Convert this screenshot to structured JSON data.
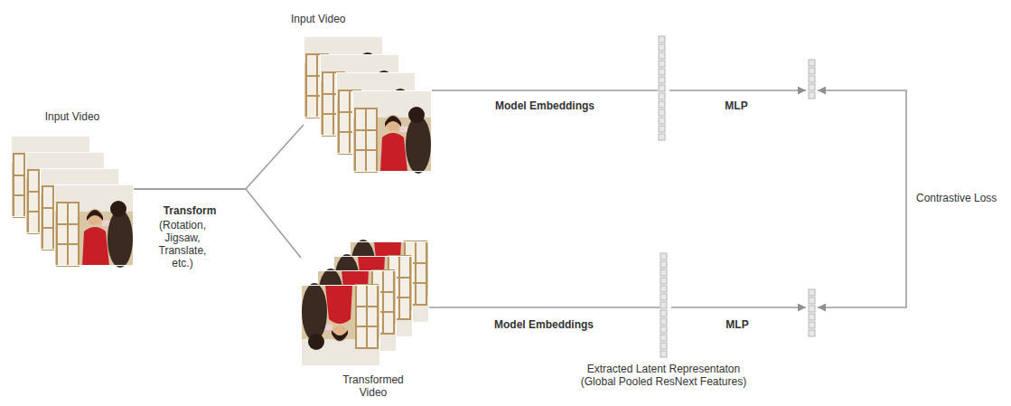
{
  "diagram": {
    "nodes": [
      {
        "text": [
          "Input Video"
        ]
      },
      {
        "text": [
          "Input Video"
        ]
      },
      {
        "text": []
      },
      {
        "text": []
      },
      {
        "text": [
          "Transformed Video"
        ]
      },
      {
        "text": [
          "Extracted Latent Representaton (Global Pooled ResNext Features)"
        ]
      },
      {
        "text": []
      }
    ],
    "edges": [
      {
        "from": 0,
        "to": 1,
        "arrow": "none",
        "label": "Transform"
      },
      {
        "from": 0,
        "to": 4,
        "arrow": "none"
      },
      {
        "from": 1,
        "to": 2,
        "arrow": "none",
        "label": "Model Embeddings"
      },
      {
        "from": 2,
        "to": 3,
        "arrow": "to",
        "label": "MLP"
      },
      {
        "from": 4,
        "to": 5,
        "arrow": "none",
        "label": "Model Embeddings"
      },
      {
        "from": 5,
        "to": 6,
        "arrow": "to",
        "label": "MLP"
      },
      {
        "from": 3,
        "to": 6,
        "arrow": "both",
        "label": "Contrastive Loss"
      }
    ],
    "labels": [
      "(Rotation, Jigsaw, Translate, etc.)"
    ]
  }
}
